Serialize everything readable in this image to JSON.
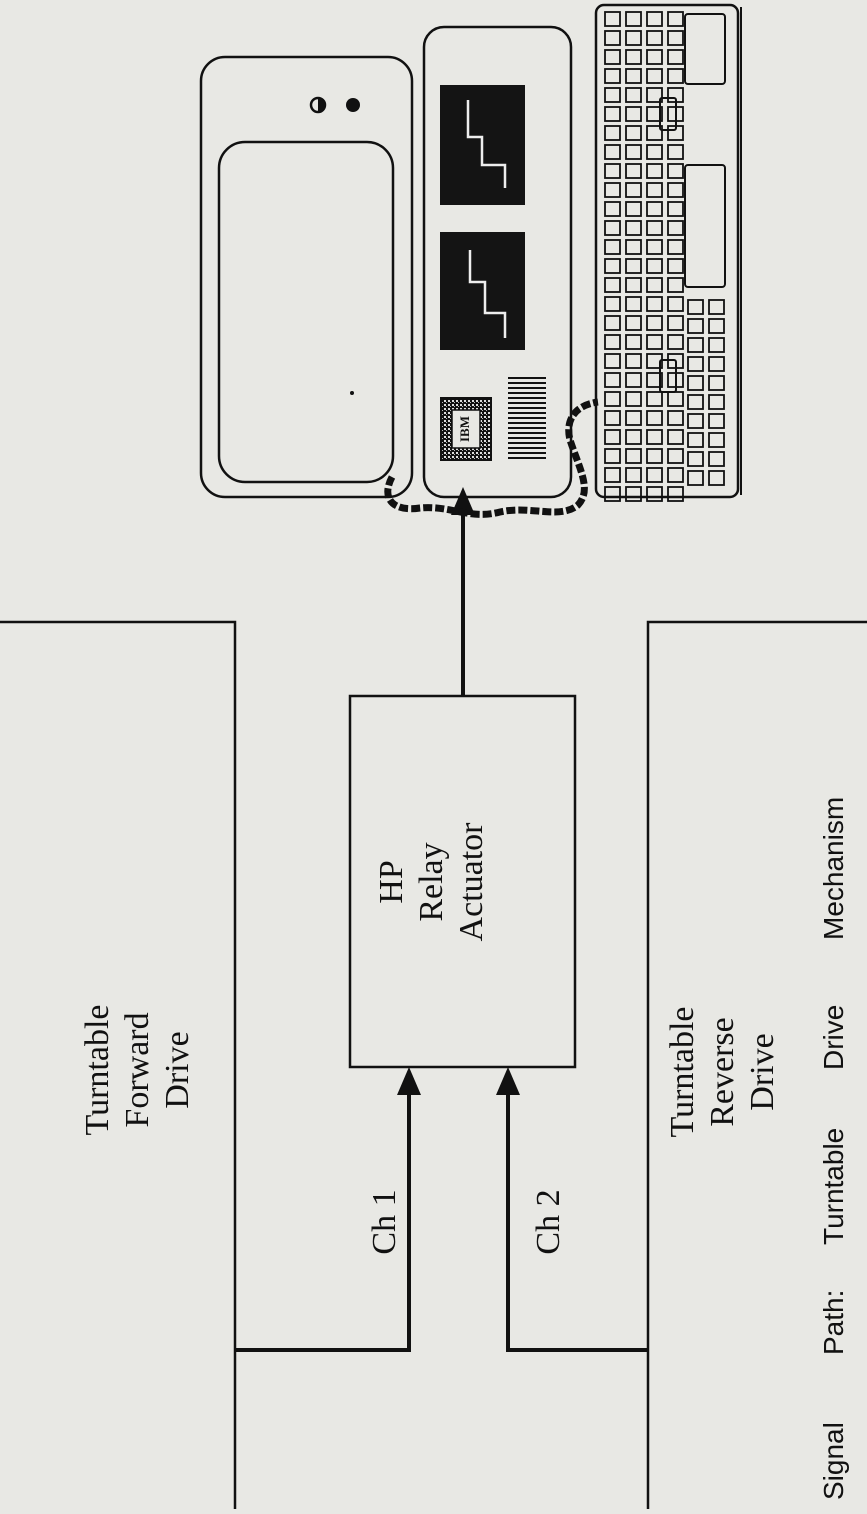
{
  "forward_drive": {
    "line1": "Turntable",
    "line2": "Forward",
    "line3": "Drive"
  },
  "reverse_drive": {
    "line1": "Turntable",
    "line2": "Reverse",
    "line3": "Drive"
  },
  "relay": {
    "line1": "HP",
    "line2": "Relay",
    "line3": "Actuator"
  },
  "channels": {
    "ch1": "Ch 1",
    "ch2": "Ch 2"
  },
  "computer": {
    "logo": "IBM"
  },
  "caption": {
    "w1": "Signal",
    "w2": "Path:",
    "w3": "Turntable",
    "w4": "Drive",
    "w5": "Mechanism"
  }
}
